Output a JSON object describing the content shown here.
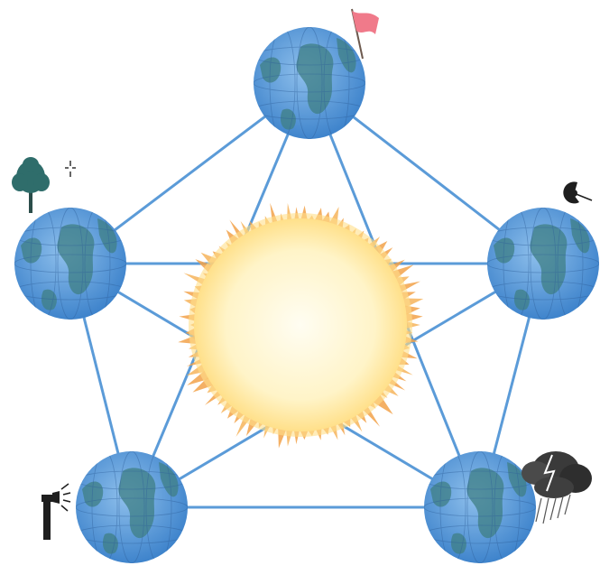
{
  "colors": {
    "background": "#ffffff",
    "orbit_line": "#5b9bd8",
    "earth_ocean": "#5b97d4",
    "earth_land": "#3f7f84",
    "sun_core": "#fff8dc",
    "sun_glow": "#ffe08a",
    "sun_rays": "#f2a24a",
    "flag": "#f07a8a",
    "tree": "#2f6d6b",
    "dark_icon": "#1e1e1e"
  },
  "diagram": {
    "center": {
      "object": "sun"
    },
    "nodes": [
      {
        "object": "earth",
        "position": "top",
        "marker": "flag-icon"
      },
      {
        "object": "earth",
        "position": "right",
        "marker": "satellite-icon"
      },
      {
        "object": "earth",
        "position": "bottom-right",
        "marker": "storm-cloud-icon"
      },
      {
        "object": "earth",
        "position": "bottom-left",
        "marker": "lighthouse-icon"
      },
      {
        "object": "earth",
        "position": "left",
        "marker": "tree-icon"
      }
    ],
    "connections": "pentagon-and-pentagram"
  }
}
